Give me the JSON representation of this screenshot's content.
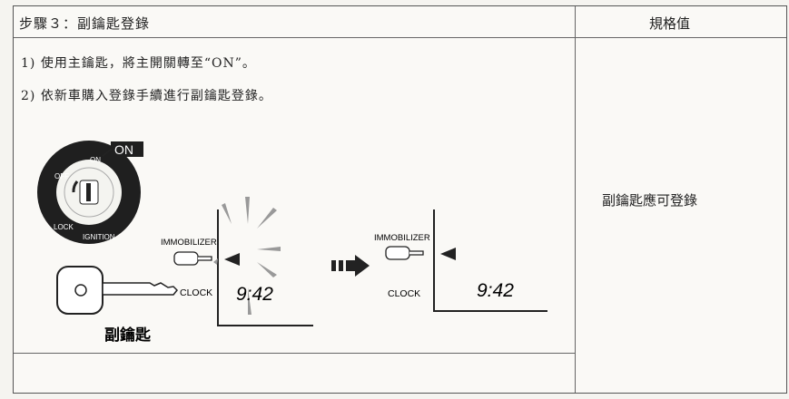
{
  "header": {
    "step_title": "步驟３：副鑰匙登錄",
    "spec_title": "規格值"
  },
  "instructions": [
    "1) 使用主鑰匙，將主開關轉至“ON”。",
    "2) 依新車購入登錄手續進行副鑰匙登錄。"
  ],
  "spec": {
    "value": "副鑰匙應可登錄"
  },
  "diagram": {
    "switch_on_tag": "ON",
    "switch_on": "ON",
    "switch_off": "OFF",
    "switch_lock": "LOCK",
    "switch_ignition": "IGNITION",
    "immobilizer_label_1": "IMMOBILIZER",
    "immobilizer_label_2": "IMMOBILIZER",
    "clock_label_1": "CLOCK",
    "clock_label_2": "CLOCK",
    "clock_value_1": "9:42",
    "clock_value_2": "9:42",
    "sub_key_caption": "副鑰匙"
  }
}
